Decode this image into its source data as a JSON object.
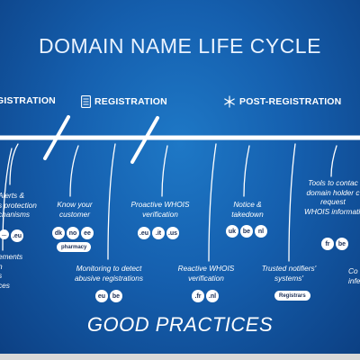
{
  "title": "DOMAIN NAME LIFE CYCLE",
  "phases": {
    "pre": "GISTRATION",
    "registration": "REGISTRATION",
    "post": "POST-REGISTRATION"
  },
  "annotations": {
    "alerts": [
      "Alerts &",
      "s protection",
      "chanisms"
    ],
    "alerts_chips": [
      "...",
      ".eu"
    ],
    "ments": [
      "ements",
      "n",
      "s",
      "ces"
    ],
    "know": [
      "Know your",
      "customer"
    ],
    "know_chips": [
      "dk",
      "no",
      "ee"
    ],
    "know_pill": "pharmacy",
    "monitoring": [
      "Monitoring to detect",
      "abusive registrations"
    ],
    "monitoring_chips": [
      "eu",
      "be"
    ],
    "proactive": [
      "Proactive WHOIS",
      "verification"
    ],
    "proactive_chips": [
      ".eu",
      ".it",
      ".us"
    ],
    "reactive": [
      "Reactive WHOIS",
      "verification"
    ],
    "reactive_chips": [
      ".fr",
      ".nl"
    ],
    "notice": [
      "Notice &",
      "takedown"
    ],
    "notice_chips": [
      "uk",
      "be",
      "nl"
    ],
    "trusted": [
      "Trusted notifiers'",
      "systems'"
    ],
    "trusted_pill": "Registrars",
    "tools": [
      "Tools to contac",
      "domain holder c",
      "request",
      "WHOIS informatio"
    ],
    "tools_chips": [
      "fr",
      "be"
    ],
    "co": [
      "Co",
      "infe"
    ]
  },
  "footer": "GOOD PRACTICES"
}
